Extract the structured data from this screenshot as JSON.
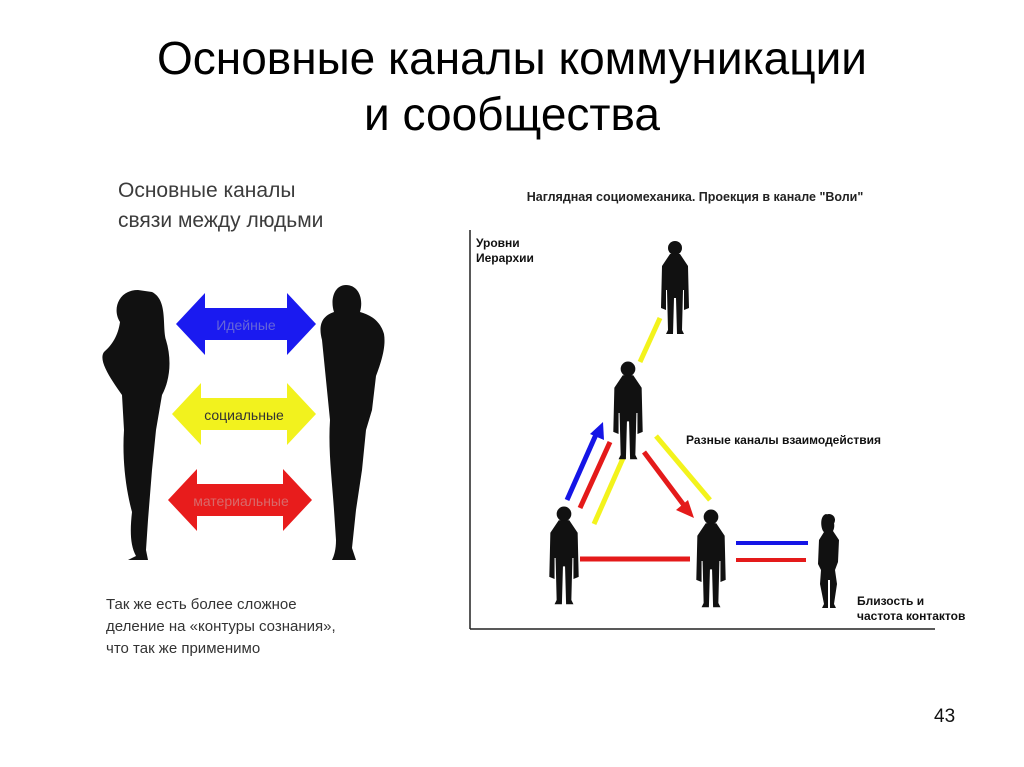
{
  "slide": {
    "title_line1": "Основные каналы коммуникации",
    "title_line2": "и сообщества",
    "page_number": "43"
  },
  "left_panel": {
    "heading_line1": "Основные каналы",
    "heading_line2": "связи между людьми",
    "arrows": [
      {
        "label": "Идейные",
        "color": "#1a1af0",
        "text_color": "#6666d8"
      },
      {
        "label": "социальные",
        "color": "#f2f21e",
        "text_color": "#333333"
      },
      {
        "label": "материальные",
        "color": "#e81c1c",
        "text_color": "#d86a6a"
      }
    ],
    "note_line1": "Так же есть более сложное",
    "note_line2": "деление на «контуры сознания»,",
    "note_line3": "что так же применимо"
  },
  "right_panel": {
    "title": "Наглядная социомеханика. Проекция в канале \"Воли\"",
    "y_axis_label_line1": "Уровни",
    "y_axis_label_line2": "Иерархии",
    "x_axis_label_line1": "Близость и",
    "x_axis_label_line2": "частота контактов",
    "channels_label": "Разные каналы взаимодействия",
    "channel_colors": {
      "blue": "#1515e6",
      "yellow": "#f3f31c",
      "red": "#e41a1a"
    }
  }
}
